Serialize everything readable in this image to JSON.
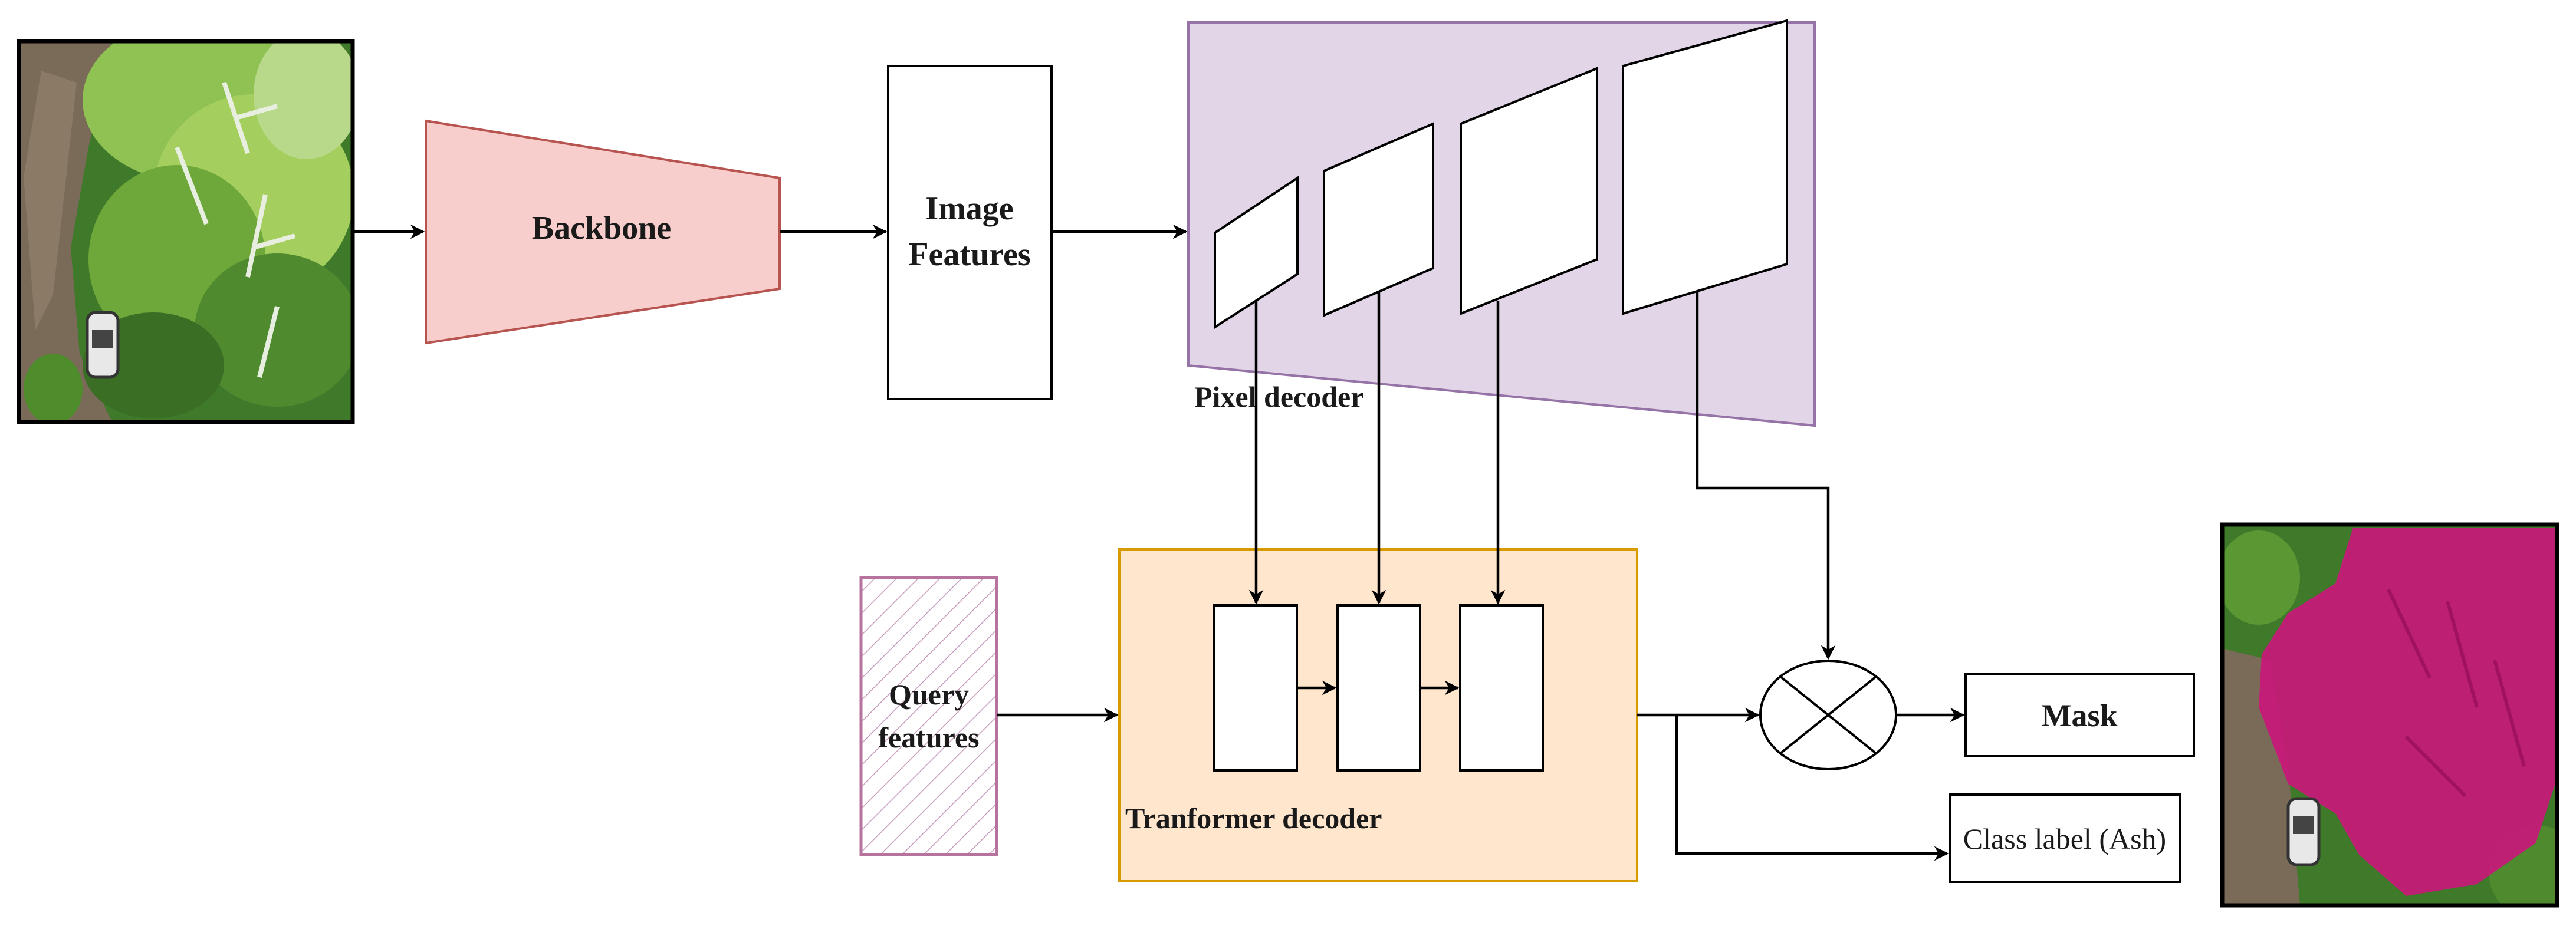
{
  "labels": {
    "backbone": "Backbone",
    "image_features_line1": "Image",
    "image_features_line2": "Features",
    "pixel_decoder": "Pixel decoder",
    "query_features_line1": "Query",
    "query_features_line2": "features",
    "transformer_decoder": "Tranformer decoder",
    "mask": "Mask",
    "class_label": "Class label (Ash)"
  },
  "colors": {
    "backbone_fill": "#f8cecc",
    "backbone_stroke": "#b85450",
    "pixel_decoder_fill": "#e1d5e7",
    "pixel_decoder_stroke": "#9673a6",
    "transformer_fill": "#ffe6cc",
    "transformer_stroke": "#d79b00",
    "query_stroke": "#b5739d",
    "mask_overlay": "#c8187a",
    "foliage": "#5f9a35",
    "road": "#7a6a58"
  },
  "images": {
    "input": "aerial-forest-photo",
    "output": "segmented-forest-photo"
  }
}
